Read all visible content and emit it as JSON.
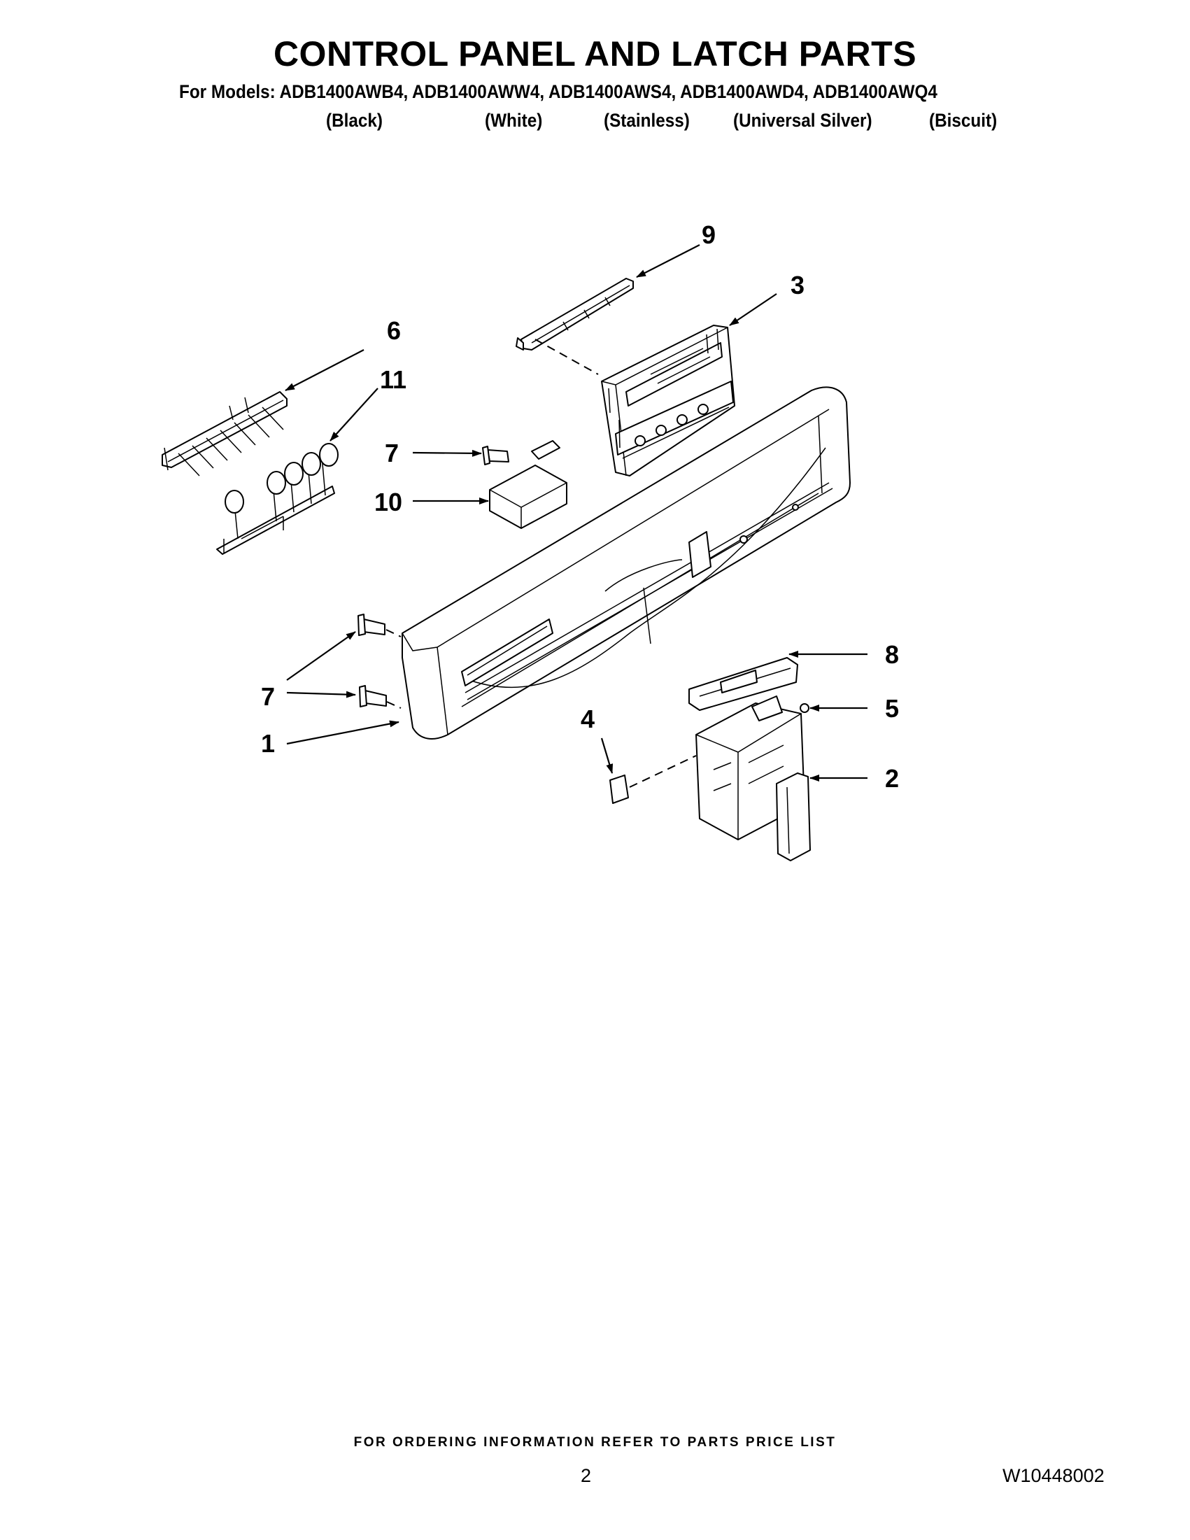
{
  "header": {
    "title": "CONTROL PANEL AND LATCH PARTS",
    "models_line": "For Models: ADB1400AWB4, ADB1400AWW4, ADB1400AWS4, ADB1400AWD4, ADB1400AWQ4",
    "colors": [
      "(Black)",
      "(White)",
      "(Stainless)",
      "(Universal Silver)",
      "(Biscuit)"
    ]
  },
  "diagram": {
    "callouts": [
      "9",
      "3",
      "6",
      "11",
      "7",
      "10",
      "7",
      "1",
      "8",
      "5",
      "4",
      "2"
    ]
  },
  "footer": {
    "ordering_note": "FOR ORDERING INFORMATION REFER TO PARTS PRICE LIST",
    "page_number": "2",
    "document_number": "W10448002"
  }
}
